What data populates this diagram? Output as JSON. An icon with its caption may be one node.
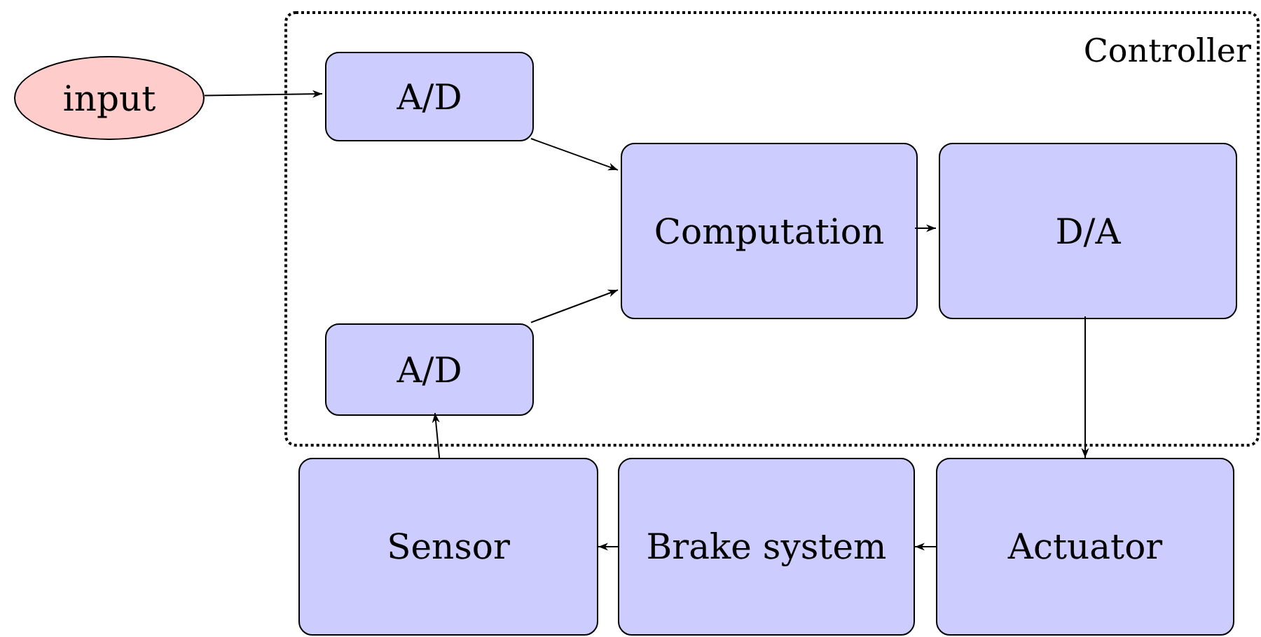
{
  "diagram": {
    "nodes": [
      {
        "text": [
          "input"
        ]
      },
      {
        "text": [
          "Controller"
        ]
      },
      {
        "text": [
          "A/D"
        ],
        "in": 1
      },
      {
        "text": [
          "Computation"
        ],
        "in": 1
      },
      {
        "text": [
          "D/A"
        ],
        "in": 1
      },
      {
        "text": [
          "A/D"
        ],
        "in": 1
      },
      {
        "text": [
          "Sensor"
        ]
      },
      {
        "text": [
          "Brake system"
        ]
      },
      {
        "text": [
          "Actuator"
        ]
      }
    ],
    "edges": [
      {
        "from": 0,
        "to": 2,
        "arrow": "to"
      },
      {
        "from": 2,
        "to": 3,
        "arrow": "to"
      },
      {
        "from": 5,
        "to": 3,
        "arrow": "to"
      },
      {
        "from": 3,
        "to": 4,
        "arrow": "to"
      },
      {
        "from": 4,
        "to": 8,
        "arrow": "to"
      },
      {
        "from": 8,
        "to": 7,
        "arrow": "to"
      },
      {
        "from": 7,
        "to": 6,
        "arrow": "to"
      },
      {
        "from": 6,
        "to": 5,
        "arrow": "to"
      }
    ]
  }
}
